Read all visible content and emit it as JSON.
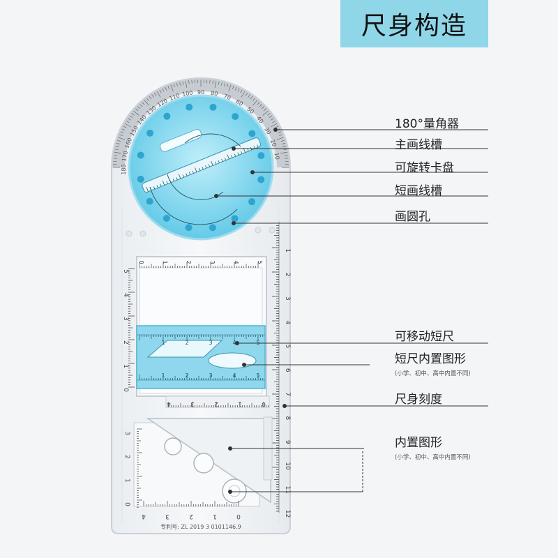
{
  "title": "尺身构造",
  "labels": {
    "protractor": "180°量角器",
    "main_groove": "主画线槽",
    "rotary_disc": "可旋转卡盘",
    "short_groove": "短画线槽",
    "circle_holes": "画圆孔",
    "movable_ruler": "可移动短尺",
    "short_ruler_shapes": "短尺内置图形",
    "short_ruler_shapes_note": "(小学、初中、高中内置不同)",
    "ruler_scale": "尺身刻度",
    "built_in_shapes": "内置图形",
    "built_in_shapes_note": "(小学、初中、高中内置不同)"
  },
  "patent": "专利号: ZL 2019 3 0101146.9",
  "scales": {
    "protractor_ticks": [
      "180",
      "170",
      "160",
      "150",
      "140",
      "130",
      "120",
      "110",
      "100",
      "90",
      "80",
      "70",
      "60",
      "50",
      "40",
      "30",
      "20",
      "10"
    ],
    "right_ruler": [
      "1",
      "2",
      "3",
      "4",
      "5",
      "6",
      "7",
      "8",
      "9",
      "10",
      "11",
      "12"
    ],
    "left_ruler_top": [
      "5",
      "4",
      "3",
      "2",
      "1",
      "0"
    ],
    "window_top": [
      "0",
      "1",
      "2",
      "3",
      "4",
      "5"
    ],
    "short_ruler": [
      "1",
      "2",
      "3",
      "4",
      "5"
    ],
    "cross_ruler": [
      "4",
      "3",
      "2",
      "1",
      "0"
    ],
    "bottom_left": [
      "3",
      "2",
      "1",
      "0"
    ],
    "bottom_row": [
      "4",
      "3",
      "2",
      "1",
      "0"
    ]
  }
}
